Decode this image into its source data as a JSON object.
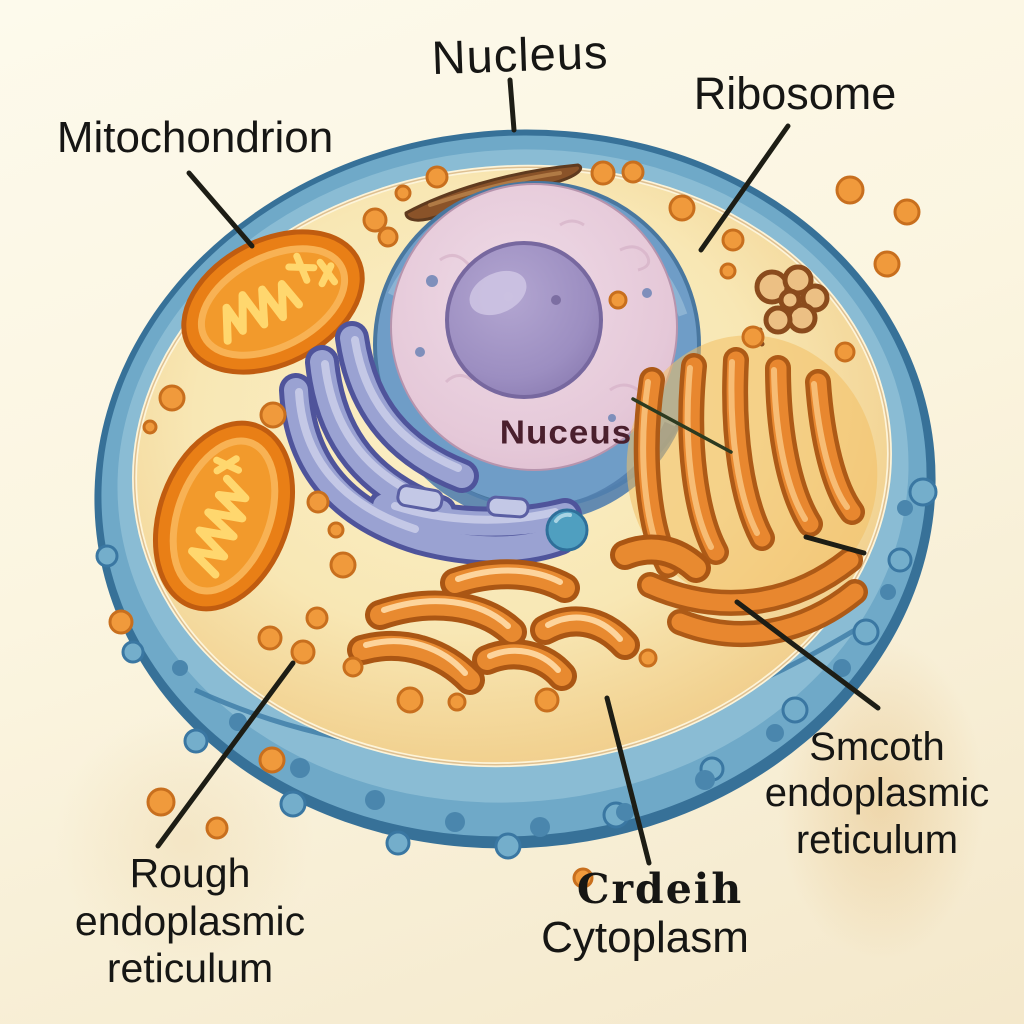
{
  "figure": {
    "type": "biology-cell-diagram",
    "subject": "Animal cell cross-section illustration"
  },
  "labels": {
    "mitochondrion": "Mitochondrion",
    "nucleus": "Nucleus",
    "ribosome": "Ribosome",
    "nucleus_inner": "Nuceus",
    "rough_er": {
      "lines": [
        "Rough",
        "endoplasmic",
        "reticulum"
      ]
    },
    "smooth_er": {
      "lines": [
        "Smcoth",
        "endoplasmic",
        "reticulum"
      ]
    },
    "cytoplasm_scribble": "Crdeih",
    "cytoplasm": "Cytoplasm"
  },
  "palette": {
    "background_top": "#fdfaec",
    "background_bottom": "#f4e8cb",
    "membrane_outer_edge": "#377198",
    "membrane_band": "#6fa9c8",
    "membrane_band_light": "#8fc0d6",
    "cytoplasm_center": "#faeec6",
    "cytoplasm_edge": "#efca8a",
    "nuclear_envelope": "#6f9dc7",
    "nucleoplasm_pink": "#e7cbda",
    "nucleolus_purple": "#9f91c3",
    "golgi_blue": "#9aa2d2",
    "mitochondrion_orange": "#e97f16",
    "er_orange": "#e8872f",
    "cristae_yellow": "#ffd76e",
    "vesicle_orange": "#f09a3c",
    "leader_line_black": "#1d1d15",
    "leader_line_olive": "#2c3a20",
    "label_text": "#161614",
    "nucleus_inner_text": "#4a1f2d"
  }
}
